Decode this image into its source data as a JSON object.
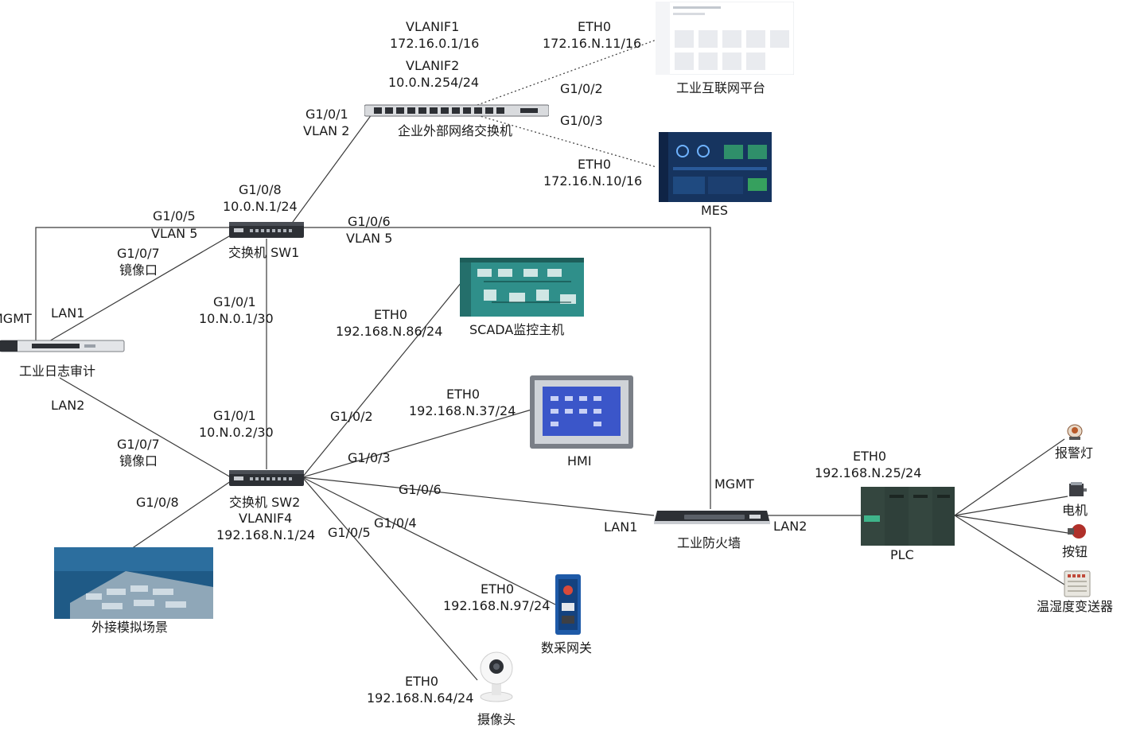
{
  "labels": {
    "vlanif1": "VLANIF1",
    "vlanif1_ip": "172.16.0.1/16",
    "vlanif2": "VLANIF2",
    "vlanif2_ip": "10.0.N.254/24",
    "ext_switch_g101": "G1/0/1",
    "ext_switch_vlan2": "VLAN 2",
    "ext_switch_name": "企业外部网络交换机",
    "ext_g102": "G1/0/2",
    "ext_g103": "G1/0/3",
    "iiot_eth": "ETH0",
    "iiot_ip": "172.16.N.11/16",
    "iiot_name": "工业互联网平台",
    "mes_eth": "ETH0",
    "mes_ip": "172.16.N.10/16",
    "mes_name": "MES",
    "sw1_g108": "G1/0/8",
    "sw1_ip": "10.0.N.1/24",
    "sw1_g105": "G1/0/5",
    "sw1_vlan5_left": "VLAN 5",
    "sw1_g106": "G1/0/6",
    "sw1_vlan5_right": "VLAN 5",
    "sw1_name": "交换机 SW1",
    "sw1_g107": "G1/0/7",
    "sw1_mirror": "镜像口",
    "audit_mgmt": "MGMT",
    "audit_lan1": "LAN1",
    "audit_lan2": "LAN2",
    "audit_name": "工业日志审计",
    "sw1_down_g101": "G1/0/1",
    "sw1_down_ip": "10.N.0.1/30",
    "sw2_up_g101": "G1/0/1",
    "sw2_up_ip": "10.N.0.2/30",
    "sw2_g107": "G1/0/7",
    "sw2_mirror": "镜像口",
    "sw2_g108": "G1/0/8",
    "sw2_name": "交换机 SW2",
    "sw2_vlanif4": "VLANIF4",
    "sw2_ip": "192.168.N.1/24",
    "scada_eth": "ETH0",
    "scada_ip": "192.168.N.86/24",
    "scada_name": "SCADA监控主机",
    "sw2_g102": "G1/0/2",
    "hmi_eth": "ETH0",
    "hmi_ip": "192.168.N.37/24",
    "hmi_name": "HMI",
    "sw2_g103": "G1/0/3",
    "sw2_g106": "G1/0/6",
    "sw2_g104": "G1/0/4",
    "sw2_g105": "G1/0/5",
    "fw_mgmt": "MGMT",
    "fw_lan1": "LAN1",
    "fw_lan2": "LAN2",
    "fw_name": "工业防火墙",
    "plc_eth": "ETH0",
    "plc_ip": "192.168.N.25/24",
    "plc_name": "PLC",
    "alarm_name": "报警灯",
    "motor_name": "电机",
    "button_name": "按钮",
    "sensor_name": "温湿度变送器",
    "gw_eth": "ETH0",
    "gw_ip": "192.168.N.97/24",
    "gw_name": "数采网关",
    "cam_eth": "ETH0",
    "cam_ip": "192.168.N.64/24",
    "cam_name": "摄像头",
    "scene_name": "外接模拟场景"
  },
  "colors": {
    "line": "#3a3a3a",
    "device_dark": "#2d3035",
    "screen_teal": "#2f8f8a",
    "screen_blue": "#16345f",
    "hmi_blue": "#3b56c9"
  }
}
